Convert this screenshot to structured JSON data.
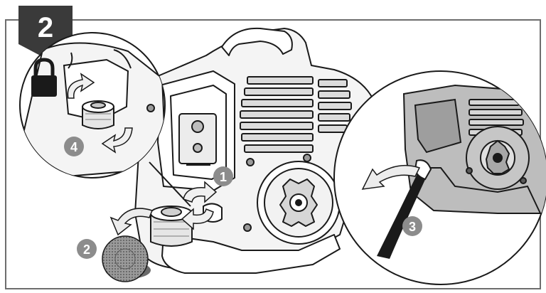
{
  "step": {
    "number": "2",
    "badge_color": "#3a3a3a"
  },
  "icons": {
    "lock": "lock-icon"
  },
  "callouts": [
    {
      "label": "1",
      "icon": "rotate-arrow-icon"
    },
    {
      "label": "2",
      "icon": "curved-arrow-icon"
    },
    {
      "label": "3",
      "icon": "curved-arrow-icon"
    },
    {
      "label": "4",
      "icon": "rotate-arrow-icon"
    }
  ],
  "colors": {
    "callout": "#8c8c8c",
    "line": "#1a1a1a",
    "shade": "#bdbdbd",
    "frame": "#6d6d6d"
  }
}
